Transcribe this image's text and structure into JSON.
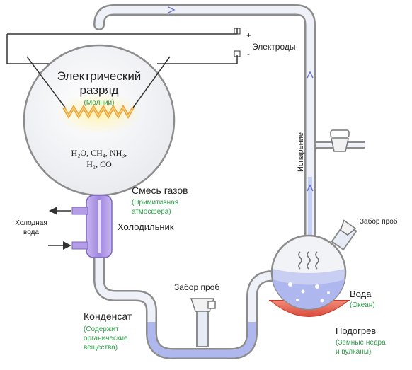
{
  "labels": {
    "discharge_title_1": "Электрический",
    "discharge_title_2": "разряд",
    "discharge_sub": "(Молнии)",
    "gas_formula_1": "H₂O, CH₄, NH₃,",
    "gas_formula_2": "H₂, CO",
    "electrodes": "Электроды",
    "plus_sign": "+",
    "minus_sign": "-",
    "gas_mix_title": "Смесь газов",
    "gas_mix_sub_1": "(Примитивная",
    "gas_mix_sub_2": "атмосфера)",
    "cold_water_1": "Холодная",
    "cold_water_2": "вода",
    "condenser": "Холодильник",
    "evaporation": "Испарение",
    "sampling_right": "Забор проб",
    "sampling_bottom": "Забор проб",
    "condensate_title": "Конденсат",
    "condensate_sub_1": "(Содержит",
    "condensate_sub_2": "органические",
    "condensate_sub_3": "вещества)",
    "water_title": "Вода",
    "water_sub": "(Океан)",
    "heating_title": "Подогрев",
    "heating_sub_1": "(Земные недра",
    "heating_sub_2": "и вулканы)"
  },
  "colors": {
    "tube_outline": "#8c8c8c",
    "tube_fill": "#e6ebf6",
    "water": "#aeb8ef",
    "condenser": "#b49ce6",
    "spark": "#e8a03a",
    "heater": "#e5604f",
    "green_text": "#2e9e4a"
  }
}
